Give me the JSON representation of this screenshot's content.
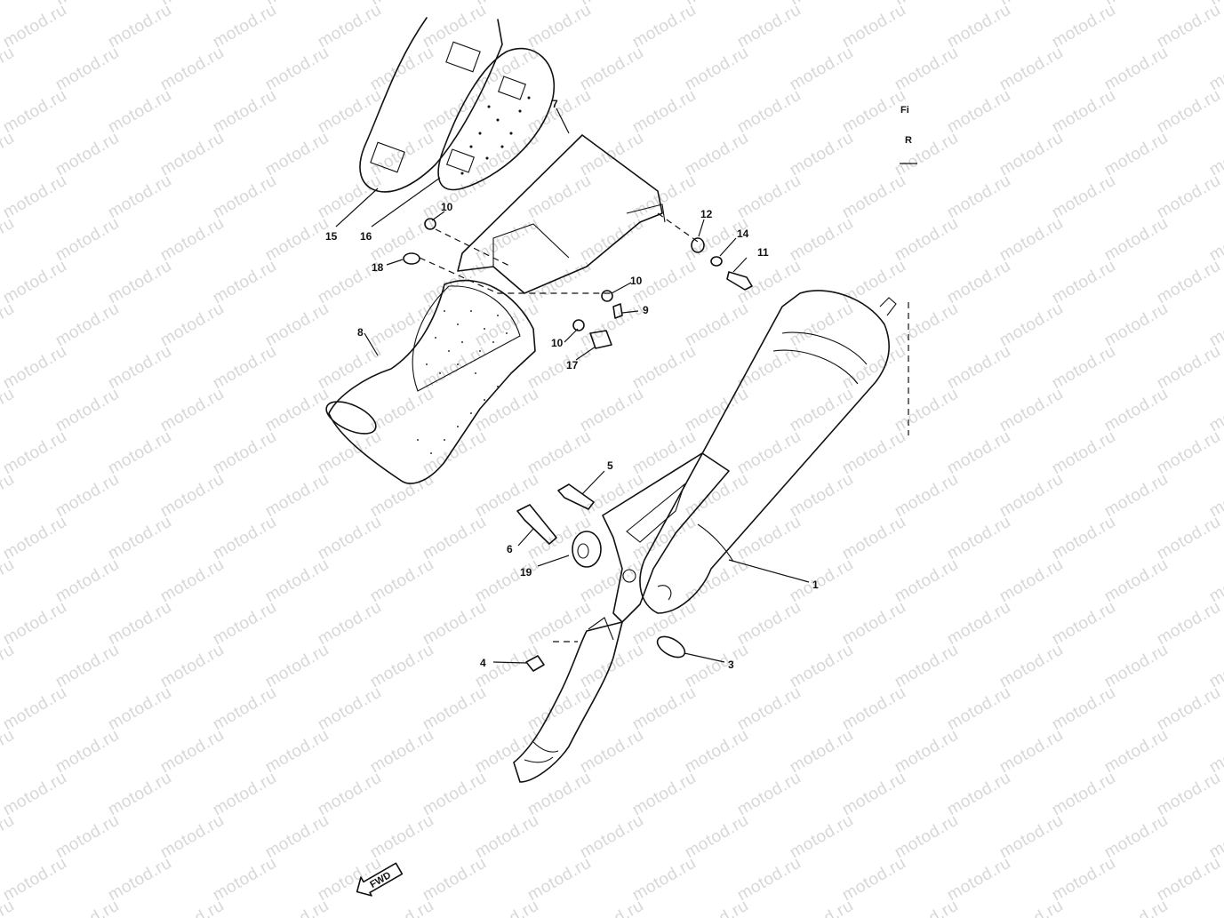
{
  "watermark": {
    "text": "motod.ru",
    "color": "#969696"
  },
  "corner_labels": [
    "Fi",
    "R"
  ],
  "fwd_arrow": {
    "label": "FWD"
  },
  "callouts": [
    {
      "id": "1",
      "part": "muffler"
    },
    {
      "id": "3",
      "part": "gasket"
    },
    {
      "id": "4",
      "part": "bolt"
    },
    {
      "id": "5",
      "part": "bolt"
    },
    {
      "id": "6",
      "part": "bolt"
    },
    {
      "id": "7",
      "part": "protector"
    },
    {
      "id": "8",
      "part": "protector"
    },
    {
      "id": "9",
      "part": "screw"
    },
    {
      "id": "10",
      "part": "washer"
    },
    {
      "id": "11",
      "part": "bolt"
    },
    {
      "id": "12",
      "part": "nut"
    },
    {
      "id": "14",
      "part": "washer"
    },
    {
      "id": "15",
      "part": "side cover"
    },
    {
      "id": "16",
      "part": "damper"
    },
    {
      "id": "17",
      "part": "bolt"
    },
    {
      "id": "18",
      "part": "grommet"
    },
    {
      "id": "19",
      "part": "collar"
    }
  ],
  "labels": {
    "c1": "1",
    "c3": "3",
    "c4": "4",
    "c5": "5",
    "c6": "6",
    "c7": "7",
    "c8": "8",
    "c9": "9",
    "c10a": "10",
    "c10b": "10",
    "c10c": "10",
    "c11": "11",
    "c12": "12",
    "c14": "14",
    "c15": "15",
    "c16": "16",
    "c17": "17",
    "c18": "18",
    "c19": "19"
  }
}
